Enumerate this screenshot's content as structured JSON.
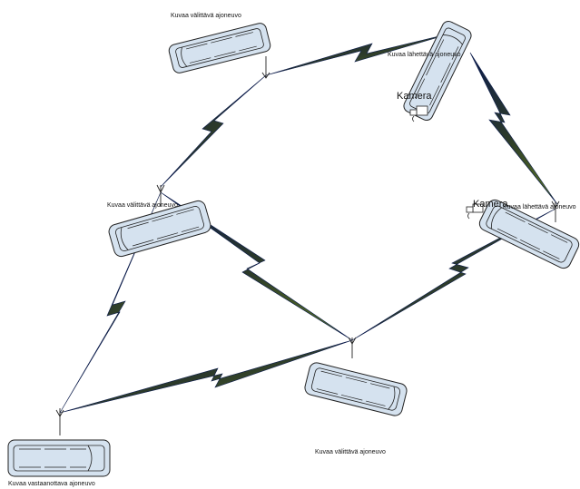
{
  "labels": {
    "relay_top": "Kuvaa välittävä ajoneuvo",
    "sender_top": "Kuvaa lähettävä ajoneuvo",
    "relay_left": "Kuvaa välittävä ajoneuvo",
    "sender_right": "Kuvaa lähettävä ajoneuvo",
    "relay_bottom": "Kuvaa välittävä ajoneuvo",
    "receiver": "Kuvaa vastaanottava ajoneuvo",
    "camera_top": "Kamera",
    "camera_right": "Kamera"
  },
  "colors": {
    "vehicle_fill": "#d5e2ef",
    "vehicle_stroke": "#222222",
    "link_dark": "#0a1a4a",
    "link_olive": "#4f6a1e"
  }
}
